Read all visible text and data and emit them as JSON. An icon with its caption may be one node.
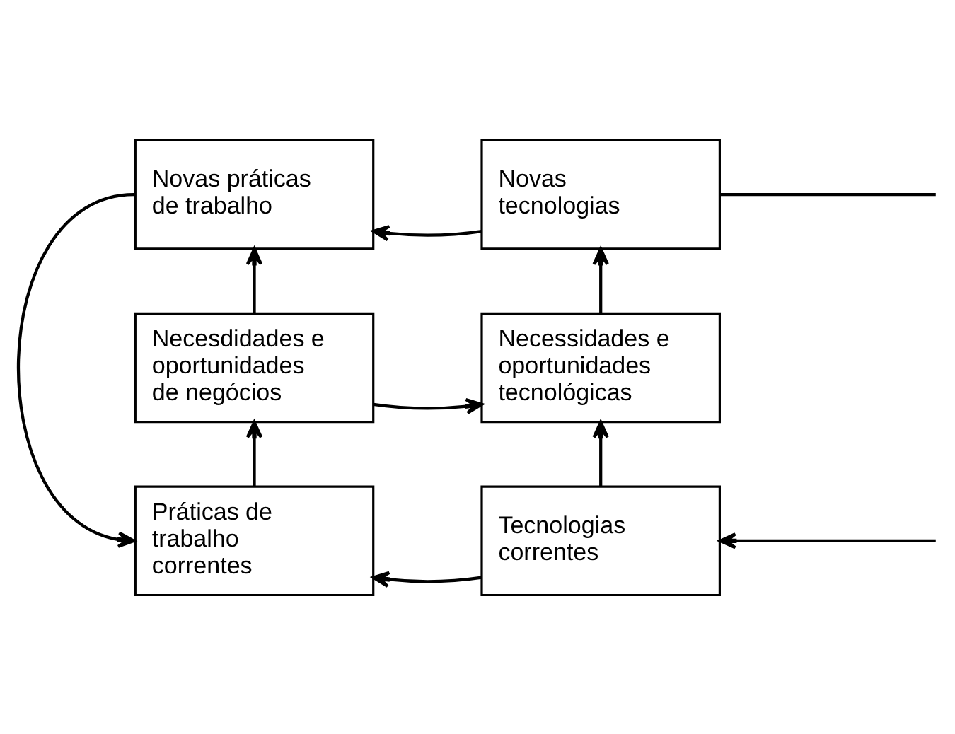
{
  "diagram": {
    "nodes": [
      {
        "text": [
          "Novas práticas de trabalho"
        ]
      },
      {
        "text": [
          "Novas tecnologias"
        ]
      },
      {
        "text": [
          "Necesdidades e oportunidades de negócios"
        ]
      },
      {
        "text": [
          "Necessidades e oportunidades tecnológicas"
        ]
      },
      {
        "text": [
          "Práticas de trabalho correntes"
        ]
      },
      {
        "text": [
          "Tecnologias correntes"
        ]
      }
    ],
    "edges": [
      {
        "from": 1,
        "to": 0,
        "arrow": "to"
      },
      {
        "from": 2,
        "to": 0,
        "arrow": "to"
      },
      {
        "from": 2,
        "to": 3,
        "arrow": "to"
      },
      {
        "from": 3,
        "to": 1,
        "arrow": "to"
      },
      {
        "from": 4,
        "to": 2,
        "arrow": "to"
      },
      {
        "from": 5,
        "to": 3,
        "arrow": "to"
      },
      {
        "from": 5,
        "to": 4,
        "arrow": "to"
      },
      {
        "from": 0,
        "to": 4,
        "arrow": "to"
      },
      {
        "from": 1,
        "to": null,
        "arrow": "none"
      },
      {
        "from": null,
        "to": 5,
        "arrow": "to"
      }
    ]
  }
}
